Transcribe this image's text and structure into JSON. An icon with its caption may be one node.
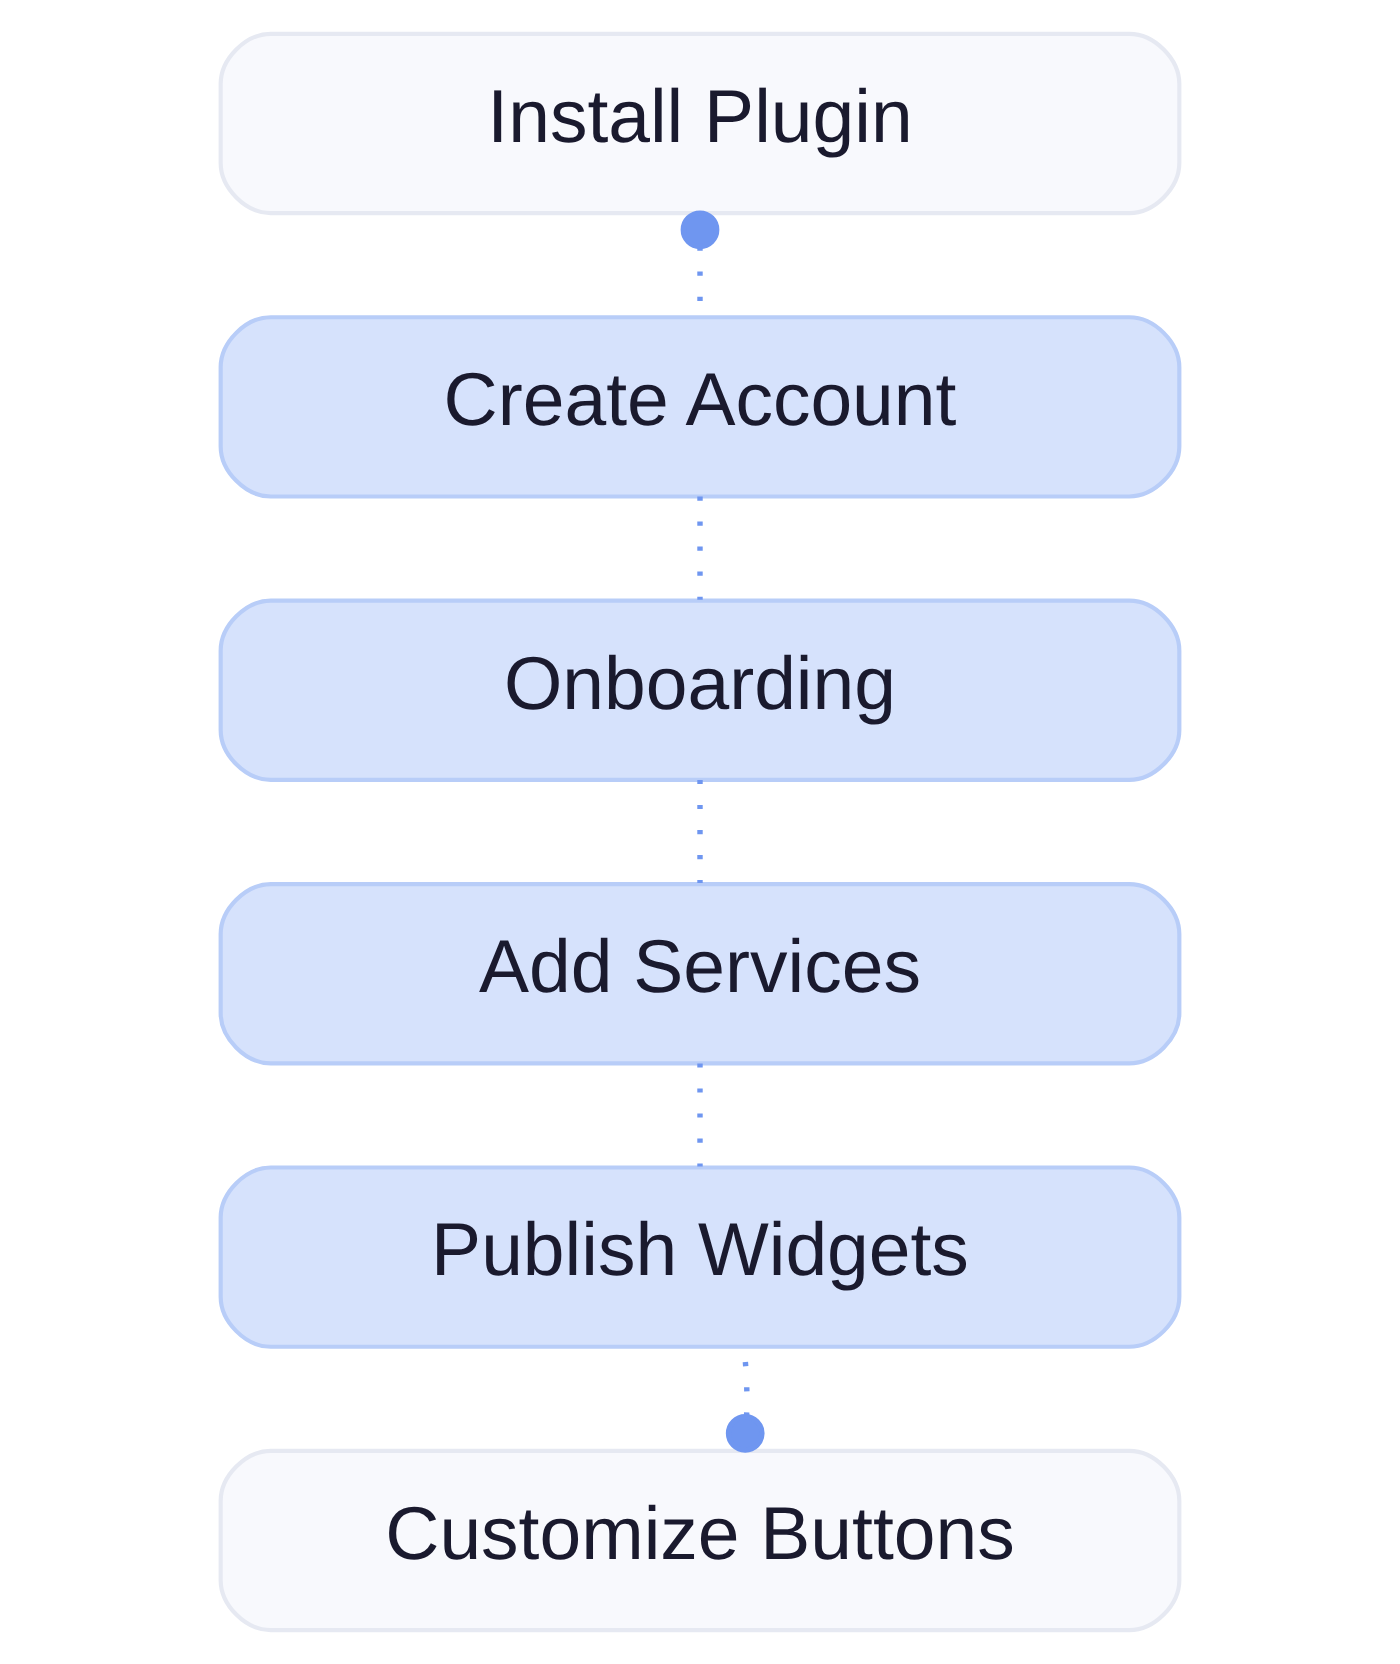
{
  "diagram": {
    "nodes": [
      {
        "text": [
          "Install Plugin"
        ]
      },
      {
        "text": [
          "Create Account"
        ]
      },
      {
        "text": [
          "Onboarding"
        ]
      },
      {
        "text": [
          "Add Services"
        ]
      },
      {
        "text": [
          "Publish Widgets"
        ]
      },
      {
        "text": [
          "Customize Buttons"
        ]
      }
    ],
    "edges": [
      {
        "from": 0,
        "to": 1,
        "arrow": "other",
        "style": "dashed"
      },
      {
        "from": 1,
        "to": 2,
        "arrow": "none",
        "style": "dashed"
      },
      {
        "from": 2,
        "to": 3,
        "arrow": "none",
        "style": "dashed"
      },
      {
        "from": 3,
        "to": 4,
        "arrow": "none",
        "style": "dashed"
      },
      {
        "from": 5,
        "to": 4,
        "arrow": "other",
        "style": "dashed"
      }
    ]
  }
}
